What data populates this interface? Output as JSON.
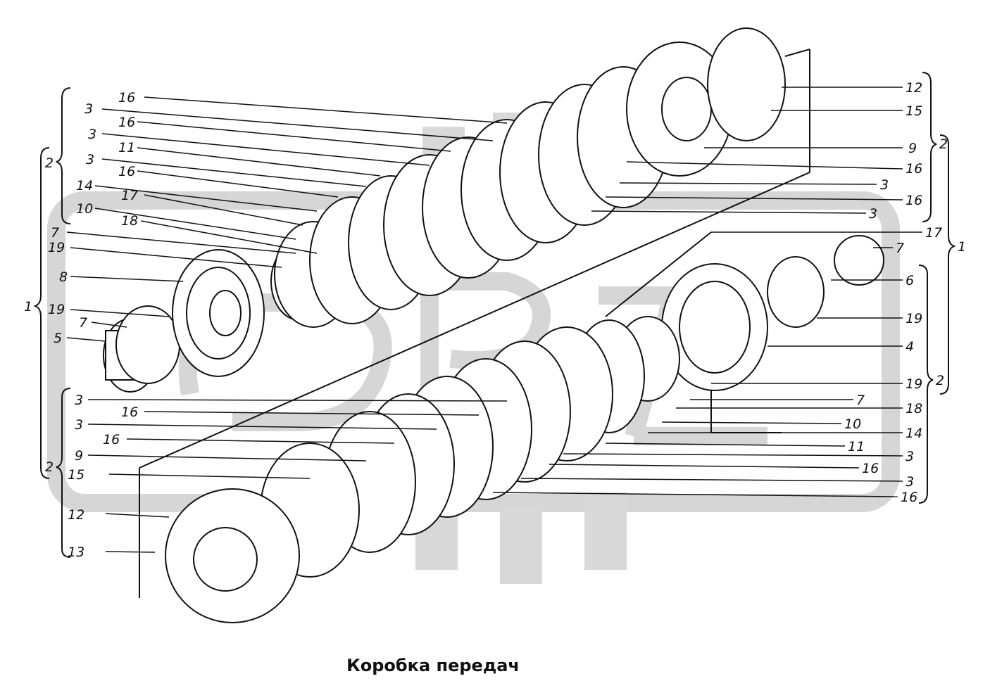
{
  "caption": "Коробка передач",
  "watermark_color": "#d6d6d6",
  "labels_upper_left": [
    "16",
    "3",
    "16",
    "3",
    "11",
    "3",
    "16",
    "14",
    "17",
    "10",
    "18",
    "7",
    "19",
    "8",
    "19",
    "7",
    "5"
  ],
  "labels_lower_left": [
    "3",
    "16",
    "3",
    "16",
    "9",
    "15",
    "12",
    "13"
  ],
  "labels_upper_right": [
    "12",
    "15",
    "9",
    "16",
    "3",
    "16",
    "3",
    "17",
    "7",
    "6",
    "19",
    "4",
    "19"
  ],
  "labels_lower_right": [
    "7",
    "18",
    "10",
    "14",
    "11",
    "3",
    "16",
    "3",
    "16"
  ],
  "group_labels": {
    "upper_left_2": "2",
    "left_1": "1",
    "lower_left_2": "2",
    "upper_right_2": "2",
    "right_1": "1",
    "lower_right_2": "2"
  }
}
